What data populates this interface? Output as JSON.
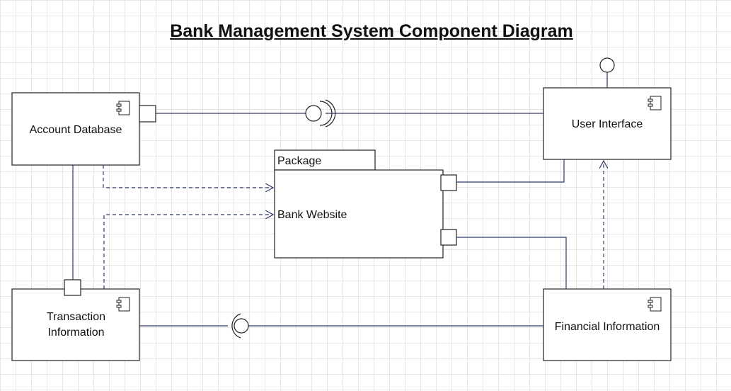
{
  "title": "Bank Management System Component Diagram",
  "components": {
    "account_database": "Account Database",
    "user_interface": "User Interface",
    "transaction_information": "Transaction Information",
    "financial_information": "Financial Information"
  },
  "package": {
    "tab_label": "Package",
    "name": "Bank Website"
  },
  "colors": {
    "line": "#2f3a6b",
    "border": "#222222",
    "grid": "#e6e6e6"
  }
}
